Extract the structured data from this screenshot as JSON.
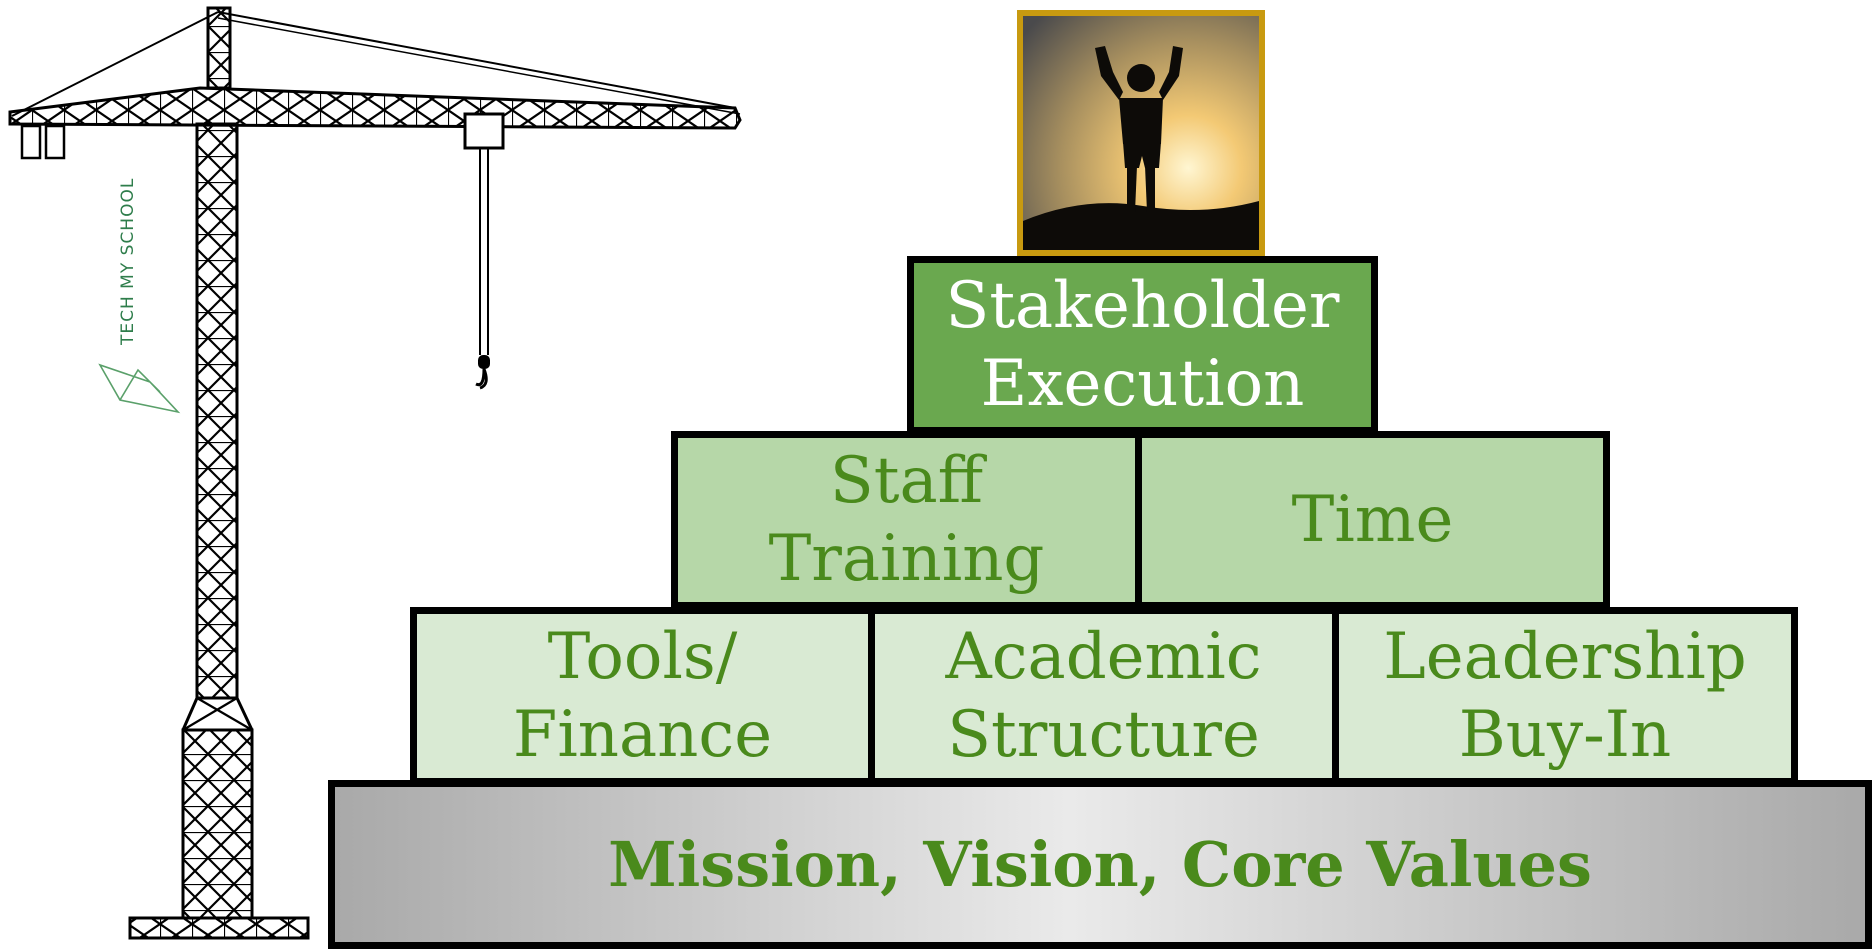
{
  "logo": {
    "text": "TECH MY SCHOOL"
  },
  "pyramid": {
    "top": {
      "label": "Stakeholder\nExecution"
    },
    "row2": [
      {
        "label": "Staff\nTraining"
      },
      {
        "label": "Time"
      }
    ],
    "row3": [
      {
        "label": "Tools/\nFinance"
      },
      {
        "label": "Academic\nStructure"
      },
      {
        "label": "Leadership\nBuy-In"
      }
    ],
    "base": {
      "label": "Mission, Vision, Core Values"
    }
  },
  "colors": {
    "text_green": "#4a8a1c",
    "top_block": "#6aa84f",
    "mid_block": "#b6d7a8",
    "light_block": "#d9ead3",
    "photo_frame": "#c89a10"
  }
}
